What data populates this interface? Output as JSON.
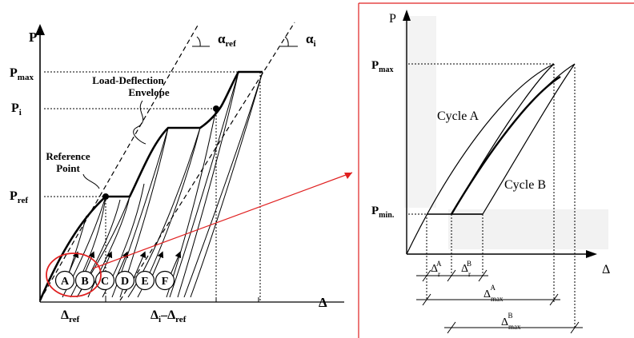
{
  "left": {
    "axis_p": "P",
    "axis_delta": "Δ",
    "p_max": {
      "base": "P",
      "sub": "max"
    },
    "p_i": {
      "base": "P",
      "sub": "i"
    },
    "p_ref": {
      "base": "P",
      "sub": "ref"
    },
    "alpha_ref": {
      "base": "α",
      "sub": "ref"
    },
    "alpha_i": {
      "base": "α",
      "sub": "i"
    },
    "envelope_line1": "Load-Deflection",
    "envelope_line2": "Envelope",
    "reference_line1": "Reference",
    "reference_line2": "Point",
    "delta_ref": {
      "base": "Δ",
      "sub": "ref"
    },
    "delta_i_minus_ref": {
      "a": "Δ",
      "a_sub": "i",
      "op": "–",
      "b": "Δ",
      "b_sub": "ref"
    },
    "cycles": [
      "A",
      "B",
      "C",
      "D",
      "E",
      "F"
    ]
  },
  "right": {
    "axis_p": "P",
    "axis_delta": "Δ",
    "p_max": {
      "base": "P",
      "sub": "max"
    },
    "p_min": {
      "base": "P",
      "sub": "min."
    },
    "cycle_a": "Cycle A",
    "cycle_b": "Cycle B",
    "dim_ar": {
      "base": "Δ",
      "sup": "A",
      "sub": "r"
    },
    "dim_br": {
      "base": "Δ",
      "sup": "B",
      "sub": "r"
    },
    "dim_amax": {
      "base": "Δ",
      "sup": "A",
      "sub": "max"
    },
    "dim_bmax": {
      "base": "Δ",
      "sup": "B",
      "sub": "max"
    }
  },
  "colors": {
    "highlight": "#e02020",
    "ink": "#000000"
  }
}
